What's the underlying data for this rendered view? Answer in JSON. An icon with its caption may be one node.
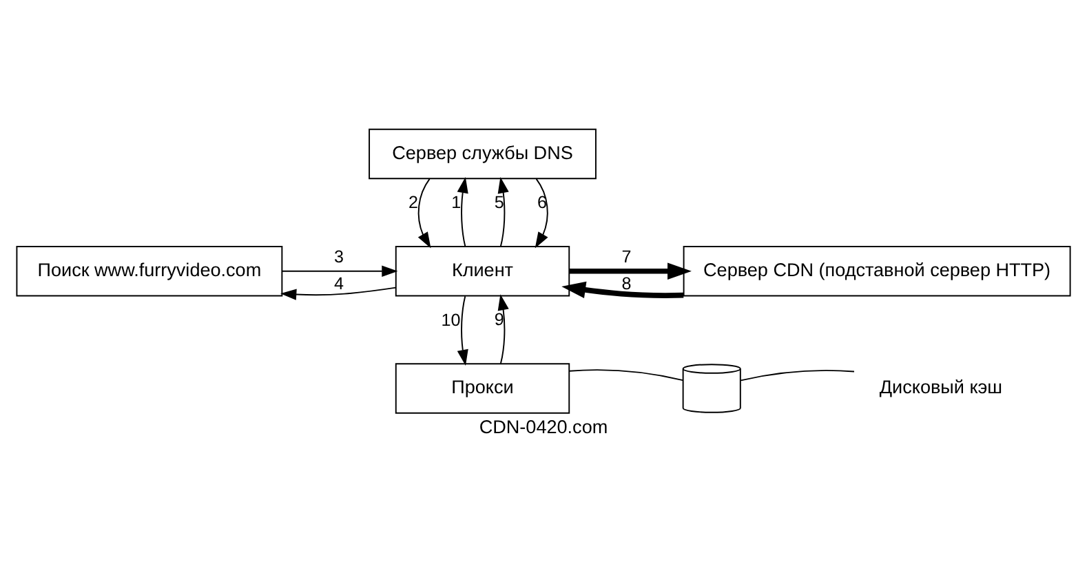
{
  "diagram": {
    "caption": "CDN-0420.com",
    "nodes": [
      {
        "text": [
          "Сервер службы DNS"
        ]
      },
      {
        "text": [
          "Поиск www.furryvideo.com"
        ]
      },
      {
        "text": [
          "Клиент"
        ]
      },
      {
        "text": [
          "Сервер CDN (подставной сервер HTTP)"
        ]
      },
      {
        "text": [
          "Прокси"
        ]
      },
      {
        "text": [],
        "shape": "cylinder"
      },
      {
        "text": [
          "Дисковый кэш"
        ]
      }
    ],
    "edges": [
      {
        "from": 2,
        "to": 0,
        "arrow": "to",
        "label": "1"
      },
      {
        "from": 0,
        "to": 2,
        "arrow": "to",
        "label": "2"
      },
      {
        "from": 2,
        "to": 0,
        "arrow": "to",
        "label": "5"
      },
      {
        "from": 0,
        "to": 2,
        "arrow": "to",
        "label": "6"
      },
      {
        "from": 1,
        "to": 2,
        "arrow": "to",
        "label": "3"
      },
      {
        "from": 2,
        "to": 1,
        "arrow": "to",
        "label": "4"
      },
      {
        "from": 2,
        "to": 3,
        "arrow": "to",
        "label": "7",
        "style": "thick"
      },
      {
        "from": 3,
        "to": 2,
        "arrow": "to",
        "label": "8",
        "style": "thick"
      },
      {
        "from": 4,
        "to": 2,
        "arrow": "to",
        "label": "9"
      },
      {
        "from": 2,
        "to": 4,
        "arrow": "to",
        "label": "10"
      },
      {
        "from": 4,
        "to": 5,
        "arrow": "none"
      },
      {
        "from": 6,
        "to": 5,
        "arrow": "none"
      }
    ]
  }
}
